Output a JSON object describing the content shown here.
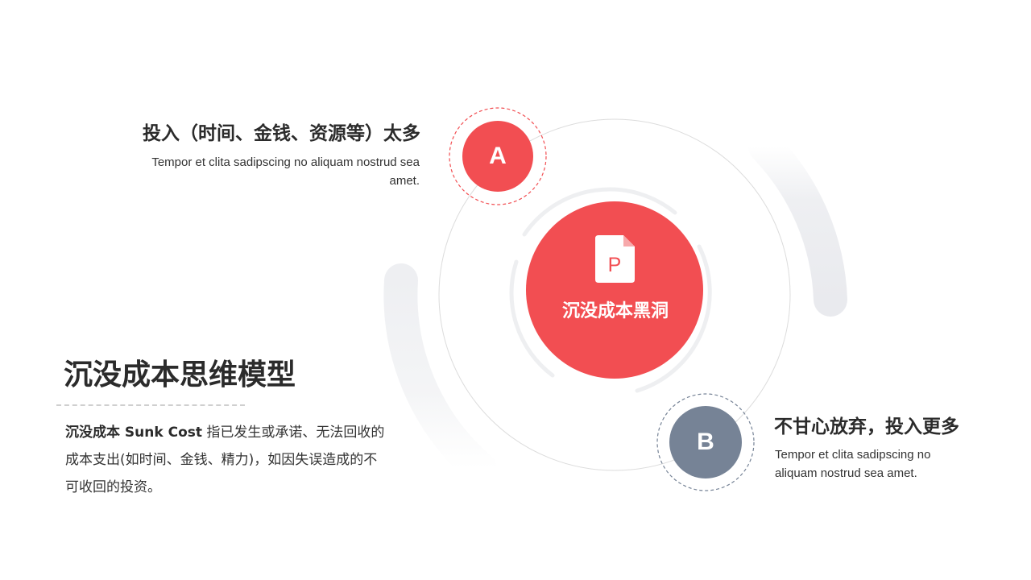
{
  "diagram": {
    "center": {
      "label": "沉没成本黑洞",
      "icon": "powerpoint-file-icon",
      "icon_letter": "P"
    },
    "nodes": [
      {
        "id": "A",
        "badge": "A",
        "title": "投入（时间、金钱、资源等）太多",
        "description": "Tempor et clita sadipscing no aliquam nostrud sea amet."
      },
      {
        "id": "B",
        "badge": "B",
        "title": "不甘心放弃，投入更多",
        "description": "Tempor et clita sadipscing no aliquam nostrud sea amet."
      }
    ]
  },
  "intro": {
    "title": "沉没成本思维模型",
    "term": "沉没成本 Sunk Cost",
    "definition": " 指已发生或承诺、无法回收的成本支出(如时间、金钱、精力)，如因失误造成的不可收回的投资。"
  },
  "colors": {
    "accent": "#f24e52",
    "secondary": "#768396",
    "text": "#2b2b2b",
    "ring": "#e2e2e2",
    "shadow_arc": "#eeeff2"
  }
}
